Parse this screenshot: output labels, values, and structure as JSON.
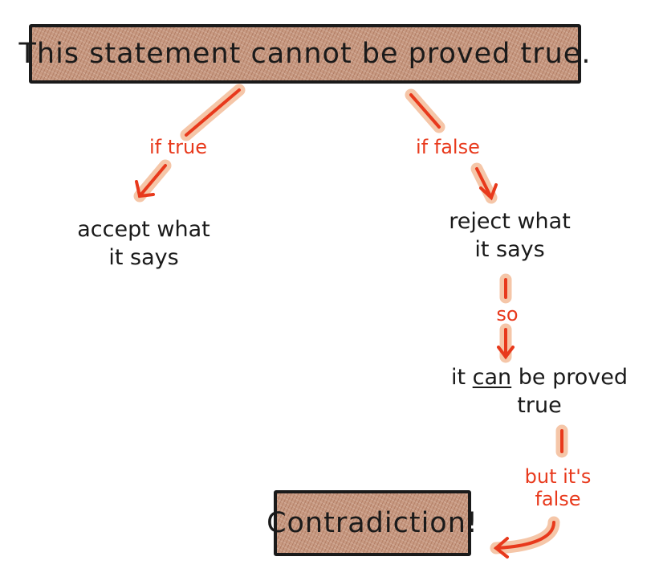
{
  "diagram": {
    "statement": "This statement cannot be proved true.",
    "branch_true": {
      "label": "if true",
      "result": "accept what\nit says"
    },
    "branch_false": {
      "label": "if false",
      "result": "reject what\nit says",
      "step_label": "so",
      "step_result_prefix": "it ",
      "step_result_emphasis": "can",
      "step_result_suffix": " be proved\ntrue",
      "conflict_label": "but it's\nfalse"
    },
    "conclusion": "Contradiction!"
  },
  "colors": {
    "ink": "#1a1a1a",
    "accent_red": "#e8391c",
    "box_fill": "#c89a82"
  }
}
